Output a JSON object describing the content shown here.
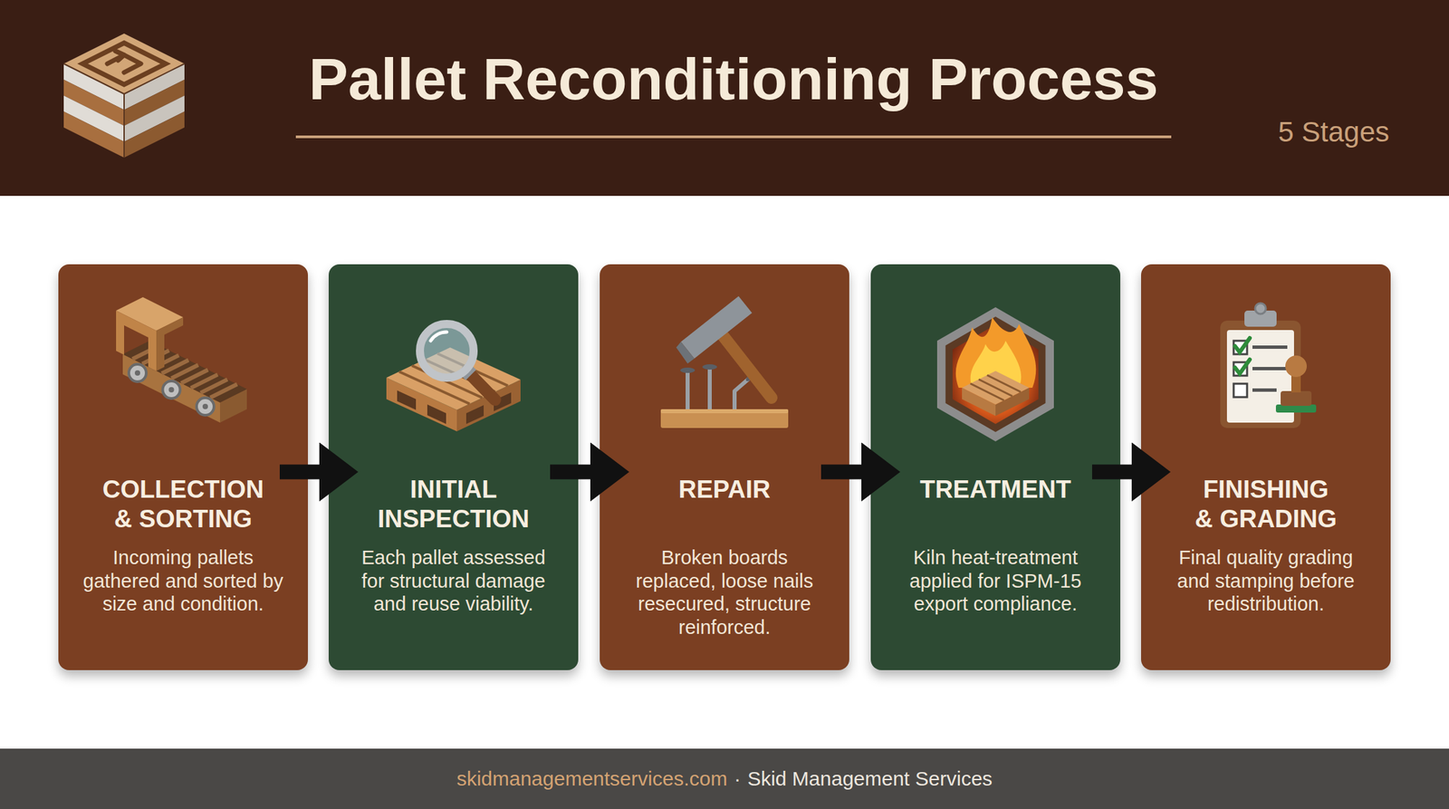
{
  "diagram": {
    "title": "Pallet Reconditioning Process",
    "nodes": [
      {
        "text": [
          "COLLECTION & SORTING",
          "Incoming pallets gathered and sorted by size and condition."
        ]
      },
      {
        "text": [
          "INITIAL INSPECTION",
          "Each pallet assessed for structural damage and reuse viability."
        ]
      },
      {
        "text": [
          "REPAIR",
          "Broken boards replaced, loose nails resecured, structure reinforced."
        ]
      },
      {
        "text": [
          "TREATMENT",
          "Kiln heat-treatment applied for ISPM-15 export compliance."
        ]
      },
      {
        "text": [
          "FINISHING & GRADING",
          "Final quality grading and stamping before redistribution."
        ]
      }
    ],
    "edges": [
      {
        "from": 0,
        "to": 1,
        "arrow": "to"
      },
      {
        "from": 1,
        "to": 2,
        "arrow": "to"
      },
      {
        "from": 2,
        "to": 3,
        "arrow": "to"
      },
      {
        "from": 3,
        "to": 4,
        "arrow": "to"
      }
    ],
    "labels": [
      "5 Stages",
      "skidmanagementservices.com",
      "·",
      "Skid Management Services"
    ]
  }
}
